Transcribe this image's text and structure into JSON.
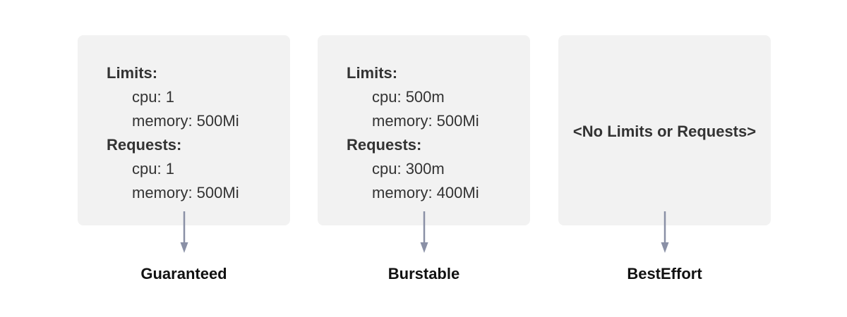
{
  "colors": {
    "card_background": "#f2f2f2",
    "arrow": "#8a90a6",
    "text": "#333333",
    "label_text": "#111111"
  },
  "classes": [
    {
      "limits_heading": "Limits:",
      "limits_cpu": "cpu: 1",
      "limits_memory": "memory: 500Mi",
      "requests_heading": "Requests:",
      "requests_cpu": "cpu: 1",
      "requests_memory": "memory: 500Mi",
      "qos_class": "Guaranteed"
    },
    {
      "limits_heading": "Limits:",
      "limits_cpu": "cpu: 500m",
      "limits_memory": "memory: 500Mi",
      "requests_heading": "Requests:",
      "requests_cpu": "cpu: 300m",
      "requests_memory": "memory: 400Mi",
      "qos_class": "Burstable"
    },
    {
      "note": "<No Limits or Requests>",
      "qos_class": "BestEffort"
    }
  ]
}
